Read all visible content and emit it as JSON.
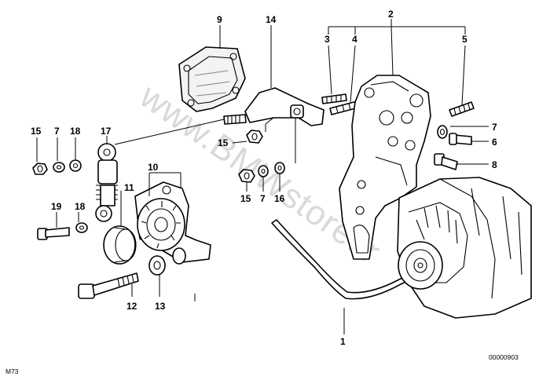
{
  "watermark": "www.BMWstore.ir",
  "callouts": {
    "c1": "1",
    "c2": "2",
    "c3": "3",
    "c4": "4",
    "c5": "5",
    "c6": "6",
    "c7a": "7",
    "c7b": "7",
    "c7c": "7",
    "c8": "8",
    "c9": "9",
    "c10": "10",
    "c11": "11",
    "c12": "12",
    "c13": "13",
    "c14": "14",
    "c15a": "15",
    "c15b": "15",
    "c15c": "15",
    "c16": "16",
    "c17": "17",
    "c18a": "18",
    "c18b": "18",
    "c19": "19"
  },
  "footer": {
    "left": "M73",
    "right": "00000903"
  }
}
